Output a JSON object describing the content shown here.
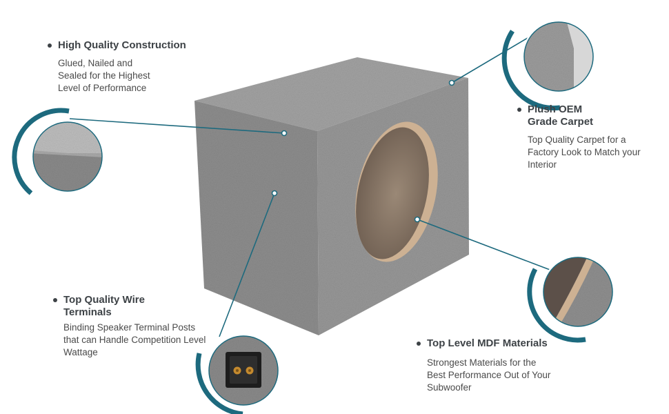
{
  "callouts": {
    "construction": {
      "title": "High Quality Construction",
      "desc": "Glued, Nailed and Sealed for the Highest Level of Performance"
    },
    "carpet": {
      "title": "Plush OEM Grade Carpet",
      "desc": "Top Quality Carpet for a Factory Look to Match your Interior"
    },
    "terminals": {
      "title": "Top Quality Wire Terminals",
      "desc": "Binding Speaker Terminal Posts that can Handle Competition Level Wattage"
    },
    "mdf": {
      "title": "Top Level MDF Materials",
      "desc": "Strongest Materials for the Best Performance Out of  Your Subwoofer"
    }
  },
  "colors": {
    "accent": "#1d6a7e",
    "carpet": "#8c8c8c",
    "mdf": "#c9a98a"
  }
}
